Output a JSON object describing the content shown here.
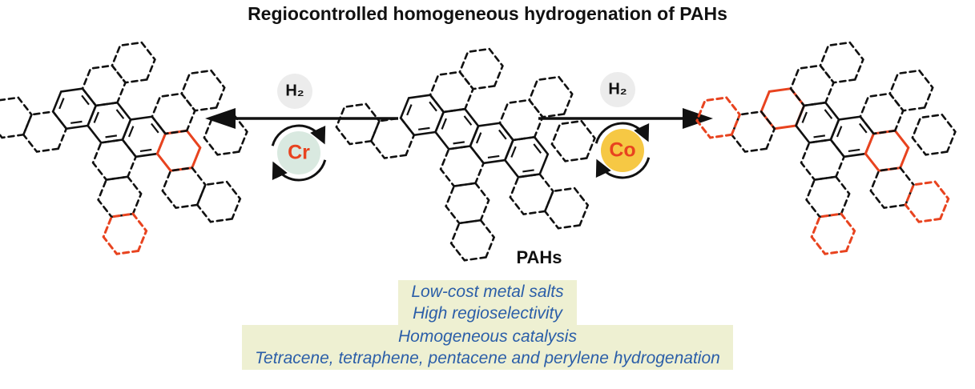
{
  "title": "Regiocontrolled homogeneous hydrogenation of PAHs",
  "scheme": {
    "substrate_label": "PAHs",
    "hydrogen_left": "H₂",
    "hydrogen_right": "H₂",
    "catalyst_left": "Cr",
    "catalyst_right": "Co"
  },
  "highlights": {
    "lines": [
      "Low-cost metal salts",
      "High regioselectivity",
      "Homogeneous catalysis",
      "Tetracene, tetraphene, pentacene and perylene hydrogenation"
    ]
  },
  "colors": {
    "accent_red": "#e8431f",
    "blue_text": "#2b5ea8",
    "highlight_bg": "#eef0d2",
    "cr_badge_bg": "#d9e9e0",
    "co_badge_bg": "#f6c844",
    "h2_chip_bg": "#ececec",
    "bond_black": "#111111"
  }
}
